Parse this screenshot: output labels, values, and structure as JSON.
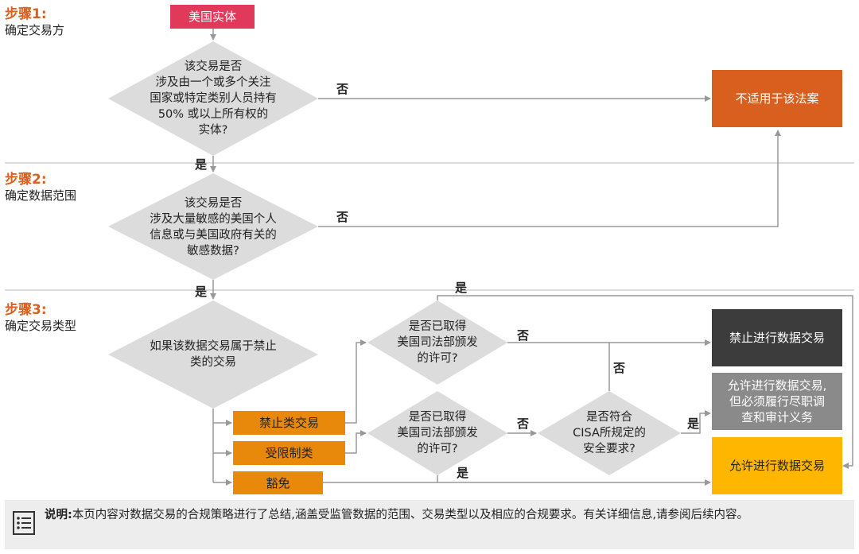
{
  "steps": [
    {
      "num": "步骤1:",
      "text": "确定交易方"
    },
    {
      "num": "步骤2:",
      "text": "确定数据范围"
    },
    {
      "num": "步骤3:",
      "text": "确定交易类型"
    }
  ],
  "start": "美国实体",
  "diamonds": {
    "d1": [
      "该交易是否",
      "涉及由一个或多个关注",
      "国家或特定类别人员持有",
      "50% 或以上所有权的",
      "实体?"
    ],
    "d2": [
      "该交易是否",
      "涉及大量敏感的美国个人",
      "信息或与美国政府有关的",
      "敏感数据?"
    ],
    "d3": [
      "如果该数据交易属于禁止",
      "类的交易"
    ],
    "d4": [
      "是否已取得",
      "美国司法部颁发",
      "的许可?"
    ],
    "d5": [
      "是否已取得",
      "美国司法部颁发",
      "的许可?"
    ],
    "d6": [
      "是否符合",
      "CISA所规定的",
      "安全要求?"
    ]
  },
  "categories": {
    "prohibited": "禁止类交易",
    "restricted": "受限制类",
    "exempt": "豁免"
  },
  "outcomes": {
    "not_applicable": "不适用于该法案",
    "prohibit": "禁止进行数据交易",
    "allow_conditional": [
      "允许进行数据交易,",
      "但必须履行尽职调",
      "查和审计义务"
    ],
    "allow": "允许进行数据交易"
  },
  "labels": {
    "yes": "是",
    "no": "否"
  },
  "note": {
    "bold": "说明:",
    "text": "本页内容对数据交易的合规策略进行了总结,涵盖受监管数据的范围、交易类型以及相应的合规要求。有关详细信息,请参阅后续内容。"
  },
  "colors": {
    "accent": "#d95f1e",
    "start": "#e0395a",
    "category": "#e8890c",
    "dark": "#3c3c3c",
    "gray": "#8a8a8a",
    "yellow": "#ffb600",
    "diamond": "#dcdcdc",
    "line": "#999999"
  }
}
